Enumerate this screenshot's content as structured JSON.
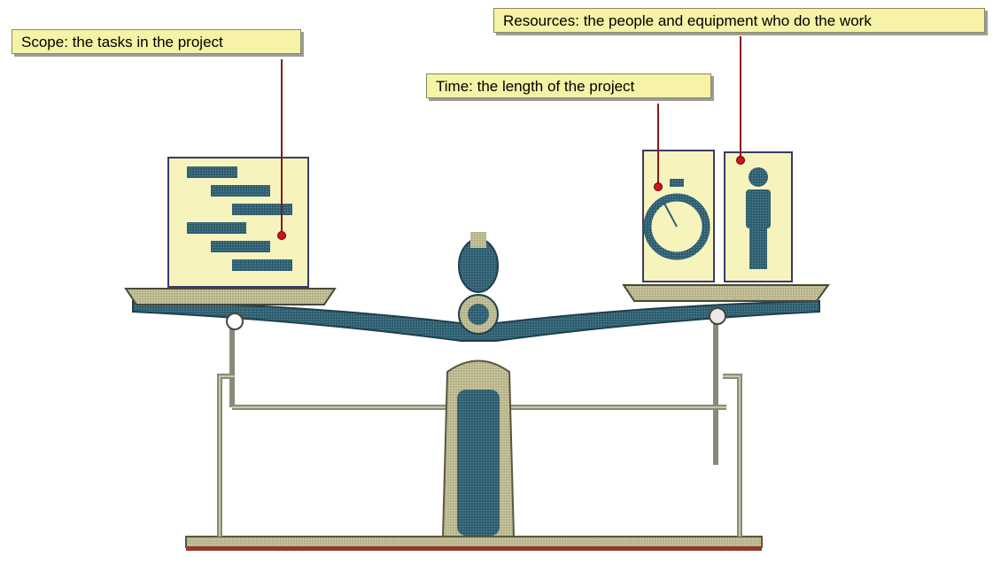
{
  "callouts": {
    "scope": "Scope:  the tasks in the project",
    "time": "Time:  the length of the project",
    "resources": "Resources:  the people and equipment who do the work"
  },
  "colors": {
    "callout_fill": "#f6f2a6",
    "leader_line": "#8b1a1a",
    "scale_body": "#b9b58e",
    "scale_dark": "#2e5f73",
    "panel_fill": "#f7f3bd"
  }
}
